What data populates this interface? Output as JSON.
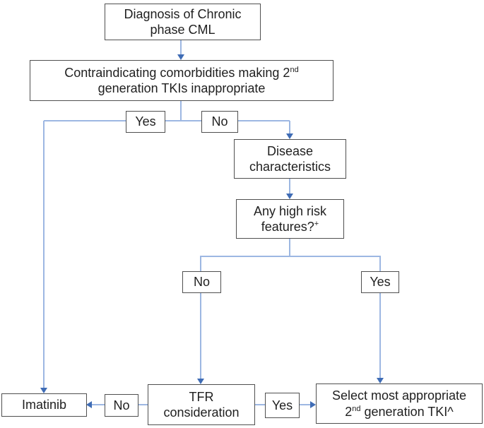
{
  "diagram": {
    "description": "Flowchart: treatment decision pathway for diagnosis of chronic phase CML",
    "colors": {
      "connector_line": "#9db7e2",
      "arrowhead": "#3f6cb5",
      "box_border": "#4f4f4f",
      "text": "#1f1f1f",
      "background": "#ffffff"
    },
    "nodes": [
      {
        "id": "diagnosis",
        "parts": [
          {
            "t": "Diagnosis of Chronic"
          },
          {
            "br": true
          },
          {
            "t": "phase CML"
          }
        ]
      },
      {
        "id": "comorbidities",
        "parts": [
          {
            "t": "Contraindicating comorbidities making 2"
          },
          {
            "t": "nd",
            "sup": true
          },
          {
            "br": true
          },
          {
            "t": "generation TKIs inappropriate"
          }
        ]
      },
      {
        "id": "yes-comorbidities",
        "parts": [
          {
            "t": "Yes"
          }
        ]
      },
      {
        "id": "no-comorbidities",
        "parts": [
          {
            "t": "No"
          }
        ]
      },
      {
        "id": "disease-characteristics",
        "parts": [
          {
            "t": "Disease"
          },
          {
            "br": true
          },
          {
            "t": "characteristics"
          }
        ]
      },
      {
        "id": "high-risk-features",
        "parts": [
          {
            "t": "Any high risk"
          },
          {
            "br": true
          },
          {
            "t": "features?"
          },
          {
            "t": "+",
            "sup": true
          }
        ]
      },
      {
        "id": "no-high-risk",
        "parts": [
          {
            "t": "No"
          }
        ]
      },
      {
        "id": "yes-high-risk",
        "parts": [
          {
            "t": "Yes"
          }
        ]
      },
      {
        "id": "imatinib",
        "parts": [
          {
            "t": "Imatinib"
          }
        ]
      },
      {
        "id": "no-tfr",
        "parts": [
          {
            "t": "No"
          }
        ]
      },
      {
        "id": "tfr-consideration",
        "parts": [
          {
            "t": "TFR"
          },
          {
            "br": true
          },
          {
            "t": "consideration"
          }
        ]
      },
      {
        "id": "yes-tfr",
        "parts": [
          {
            "t": "Yes"
          }
        ]
      },
      {
        "id": "select-tki",
        "parts": [
          {
            "t": "Select most appropriate"
          },
          {
            "br": true
          },
          {
            "t": "2"
          },
          {
            "t": "nd",
            "sup": true
          },
          {
            "t": " generation TKI^"
          }
        ]
      }
    ],
    "edges": [
      {
        "from": "diagnosis",
        "to": "comorbidities",
        "arrow": true
      },
      {
        "from": "comorbidities",
        "to": "yes-comorbidities",
        "arrow": false
      },
      {
        "from": "comorbidities",
        "to": "no-comorbidities",
        "arrow": false
      },
      {
        "from": "yes-comorbidities",
        "to": "imatinib",
        "arrow": true
      },
      {
        "from": "no-comorbidities",
        "to": "disease-characteristics",
        "arrow": true
      },
      {
        "from": "disease-characteristics",
        "to": "high-risk-features",
        "arrow": true
      },
      {
        "from": "high-risk-features",
        "to": "no-high-risk",
        "arrow": false
      },
      {
        "from": "high-risk-features",
        "to": "yes-high-risk",
        "arrow": false
      },
      {
        "from": "no-high-risk",
        "to": "tfr-consideration",
        "arrow": true
      },
      {
        "from": "yes-high-risk",
        "to": "select-tki",
        "arrow": true
      },
      {
        "from": "tfr-consideration",
        "to": "no-tfr",
        "arrow": false
      },
      {
        "from": "no-tfr",
        "to": "imatinib",
        "arrow": true
      },
      {
        "from": "tfr-consideration",
        "to": "yes-tfr",
        "arrow": false
      },
      {
        "from": "yes-tfr",
        "to": "select-tki",
        "arrow": true
      }
    ]
  }
}
